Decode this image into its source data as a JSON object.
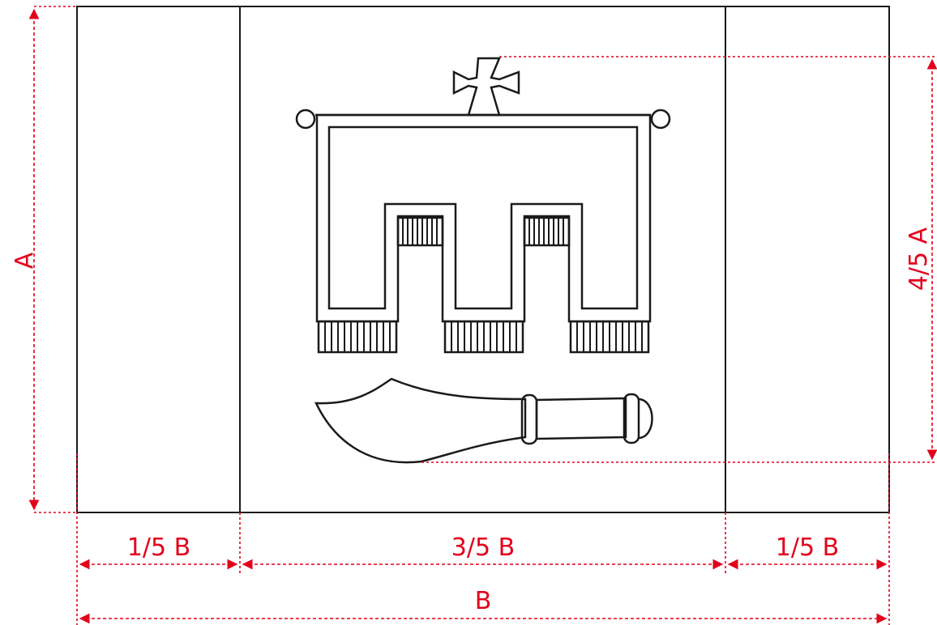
{
  "colors": {
    "dimension": "#e3001b",
    "outline": "#1a1a1a",
    "background": "#ffffff"
  },
  "labels": {
    "height": "A",
    "emblem_height": "4/5 A",
    "width": "B",
    "left_band": "1/5 B",
    "center_band": "3/5 B",
    "right_band": "1/5 B"
  }
}
